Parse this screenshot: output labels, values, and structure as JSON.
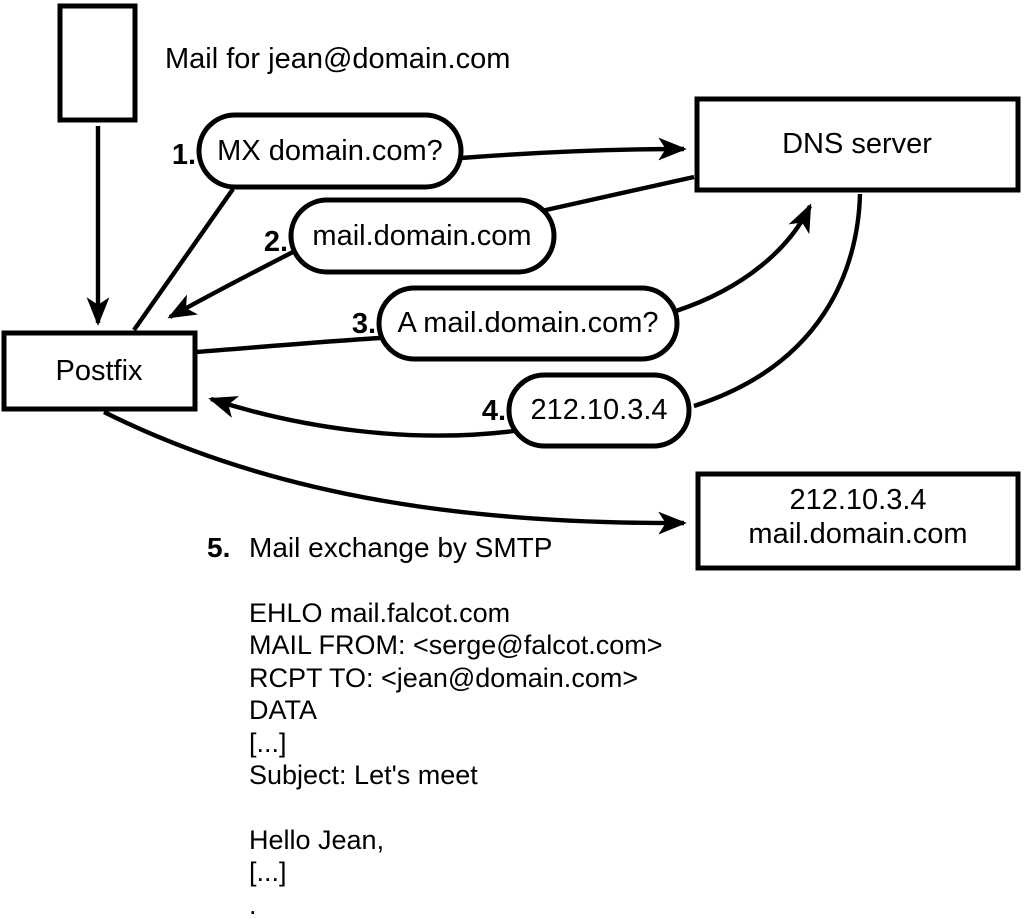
{
  "diagram": {
    "background_color": "#ffffff",
    "ink_color": "#000000",
    "mail_note": "Mail for jean@domain.com",
    "nodes": {
      "postfix": "Postfix",
      "dns_server": "DNS server",
      "mail_server_line1": "212.10.3.4",
      "mail_server_line2": "mail.domain.com"
    },
    "steps": [
      {
        "num": "1.",
        "label": "MX domain.com?"
      },
      {
        "num": "2.",
        "label": "mail.domain.com"
      },
      {
        "num": "3.",
        "label": "A mail.domain.com?"
      },
      {
        "num": "4.",
        "label": "212.10.3.4"
      },
      {
        "num": "5.",
        "label": "Mail exchange by SMTP"
      }
    ],
    "smtp_session": [
      "EHLO mail.falcot.com",
      "MAIL FROM: <serge@falcot.com>",
      "RCPT TO: <jean@domain.com>",
      "DATA",
      "[...]",
      "Subject: Let's meet",
      "",
      "Hello Jean,",
      "[...]",
      "."
    ]
  }
}
